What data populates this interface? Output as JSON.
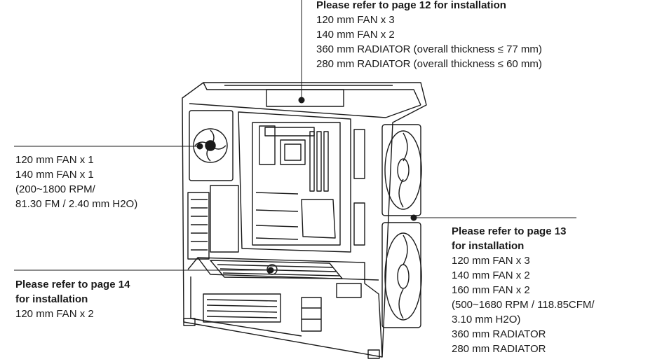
{
  "callouts": {
    "top": {
      "heading": [
        "Please refer to page 12 for installation"
      ],
      "lines": [
        "120 mm FAN x 3",
        "140 mm FAN x 2",
        "360 mm RADIATOR (overall thickness ≤ 77 mm)",
        "280 mm RADIATOR (overall thickness ≤ 60 mm)"
      ]
    },
    "rear": {
      "heading": [],
      "lines": [
        "120 mm FAN x 1",
        "140 mm FAN x 1",
        "(200~1800 RPM/",
        "81.30 FM / 2.40 mm H2O)"
      ]
    },
    "front": {
      "heading": [
        "Please refer to page 13",
        "for installation"
      ],
      "lines": [
        "120 mm FAN x 3",
        "140 mm FAN x 2",
        "160 mm FAN x 2",
        "(500~1680 RPM / 118.85CFM/",
        "3.10 mm H2O)",
        "360 mm RADIATOR",
        "280 mm RADIATOR"
      ]
    },
    "bottom": {
      "heading": [
        "Please refer to page 14",
        "for installation"
      ],
      "lines": [
        "120 mm FAN x 2"
      ]
    }
  },
  "colors": {
    "line": "#1a1a1a",
    "fill": "#ffffff"
  }
}
